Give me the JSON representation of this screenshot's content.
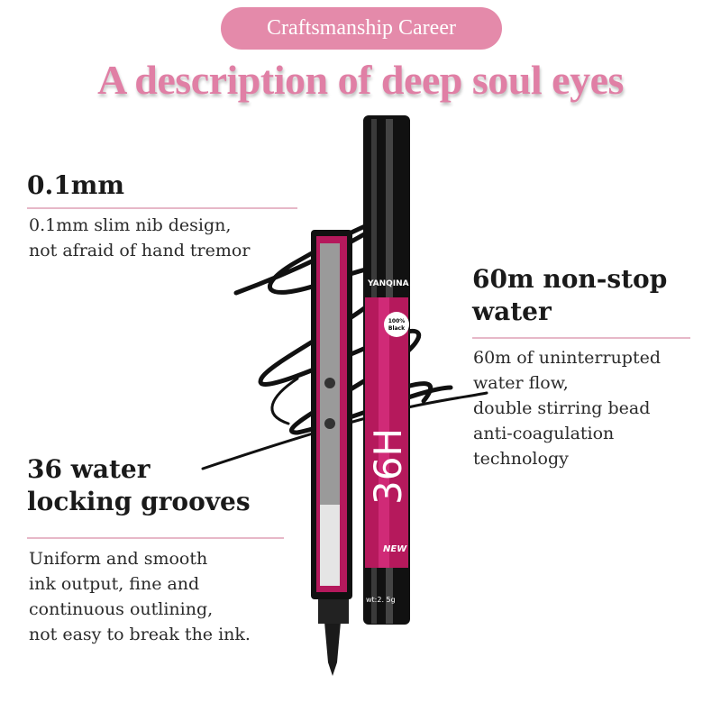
{
  "badge": {
    "label": "Craftsmanship Career"
  },
  "title": "A description of deep soul eyes",
  "features": [
    {
      "heading": "0.1mm",
      "lines": [
        "0.1mm slim nib design,",
        "not afraid of hand tremor"
      ]
    },
    {
      "heading_lines": [
        "60m non-stop",
        "water"
      ],
      "lines": [
        "60m of uninterrupted",
        "water flow,",
        "double stirring bead",
        "anti-coagulation",
        "technology"
      ]
    },
    {
      "heading_lines": [
        "36 water",
        "locking grooves"
      ],
      "lines": [
        "Uniform and smooth",
        "ink output, fine and",
        "continuous outlining,",
        "not easy to break the ink."
      ]
    }
  ],
  "product": {
    "brand": "YANQINA",
    "label_100": "100% Black",
    "model": "36H",
    "badge_new": "NEW",
    "weight": "wt:2. 5g"
  },
  "colors": {
    "accent": "#e48aaa",
    "title": "#e07fa5",
    "pen_body": "#c2185b"
  }
}
